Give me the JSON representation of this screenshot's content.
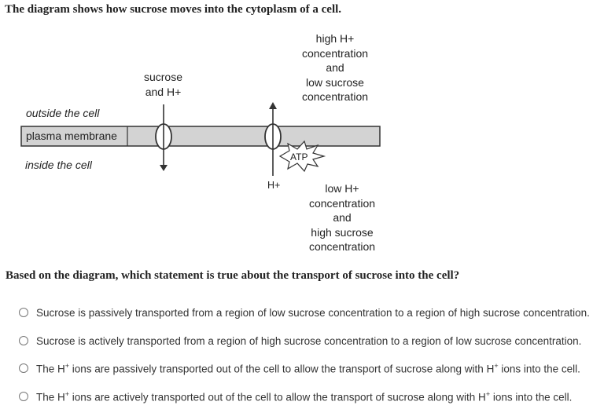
{
  "title": "The diagram shows how sucrose moves into the cytoplasm of a cell.",
  "diagram": {
    "outside_label": "outside the cell",
    "membrane_label": "plasma membrane",
    "inside_label": "inside the cell",
    "sucrose_h_line1": "sucrose",
    "sucrose_h_line2": "and H+",
    "top_right": [
      "high H+",
      "concentration",
      "and",
      "low sucrose",
      "concentration"
    ],
    "atp_label": "ATP",
    "h_plus_label": "H+",
    "bottom_right": [
      "low H+",
      "concentration",
      "and",
      "high sucrose",
      "concentration"
    ]
  },
  "question": "Based on the diagram, which statement is true about the transport of sucrose into the cell?",
  "options": [
    {
      "text": "Sucrose is passively transported from a region of low sucrose concentration to a region of high sucrose concentration."
    },
    {
      "text": "Sucrose is actively transported from a region of high sucrose concentration to a region of low sucrose concentration."
    },
    {
      "pre": "The H",
      "sup": "+",
      "mid": " ions are passively transported out of the cell to allow the transport of sucrose along with H",
      "sup2": "+",
      "post": " ions into the cell."
    },
    {
      "pre": "The H",
      "sup": "+",
      "mid": " ions are actively transported out of the cell to allow the transport of sucrose along with H",
      "sup2": "+",
      "post": " ions into the cell."
    }
  ]
}
